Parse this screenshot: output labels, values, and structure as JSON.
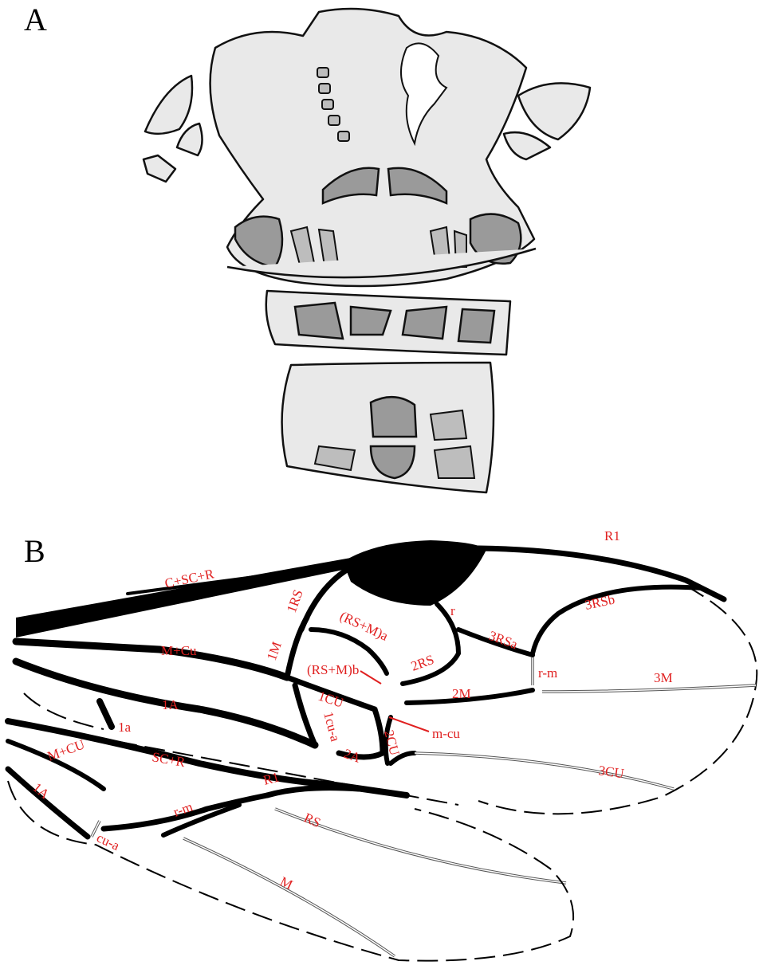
{
  "panels": {
    "a": {
      "letter": "A"
    },
    "b": {
      "letter": "B"
    }
  },
  "forewing_labels": {
    "r1": "R1",
    "c_sc_r": "C+SC+R",
    "rs1": "1RS",
    "rs3b": "3RSb",
    "r": "r",
    "rs_m_a": "(RS+M)a",
    "rs3a": "3RSa",
    "m_cu": "M+Cu",
    "m1": "1M",
    "rs2": "2RS",
    "rs_m_b": "(RS+M)b",
    "rm": "r-m",
    "m3": "3M",
    "m2": "2M",
    "cu1": "1CU",
    "a1": "1A",
    "a1_small": "1a",
    "cu_a1": "1cu-a",
    "mcu": "m-cu",
    "cu2": "2CU",
    "a2": "2A",
    "cu3": "3CU"
  },
  "hindwing_labels": {
    "m_cu": "M+CU",
    "sc_r": "SC+R",
    "r1": "R1",
    "a1": "1A",
    "rm": "r-m",
    "rs": "RS",
    "cu_a": "cu-a",
    "m": "M"
  },
  "colors": {
    "label": "#e02020",
    "vein": "#000000",
    "sclerite": "#e9e9e9"
  }
}
